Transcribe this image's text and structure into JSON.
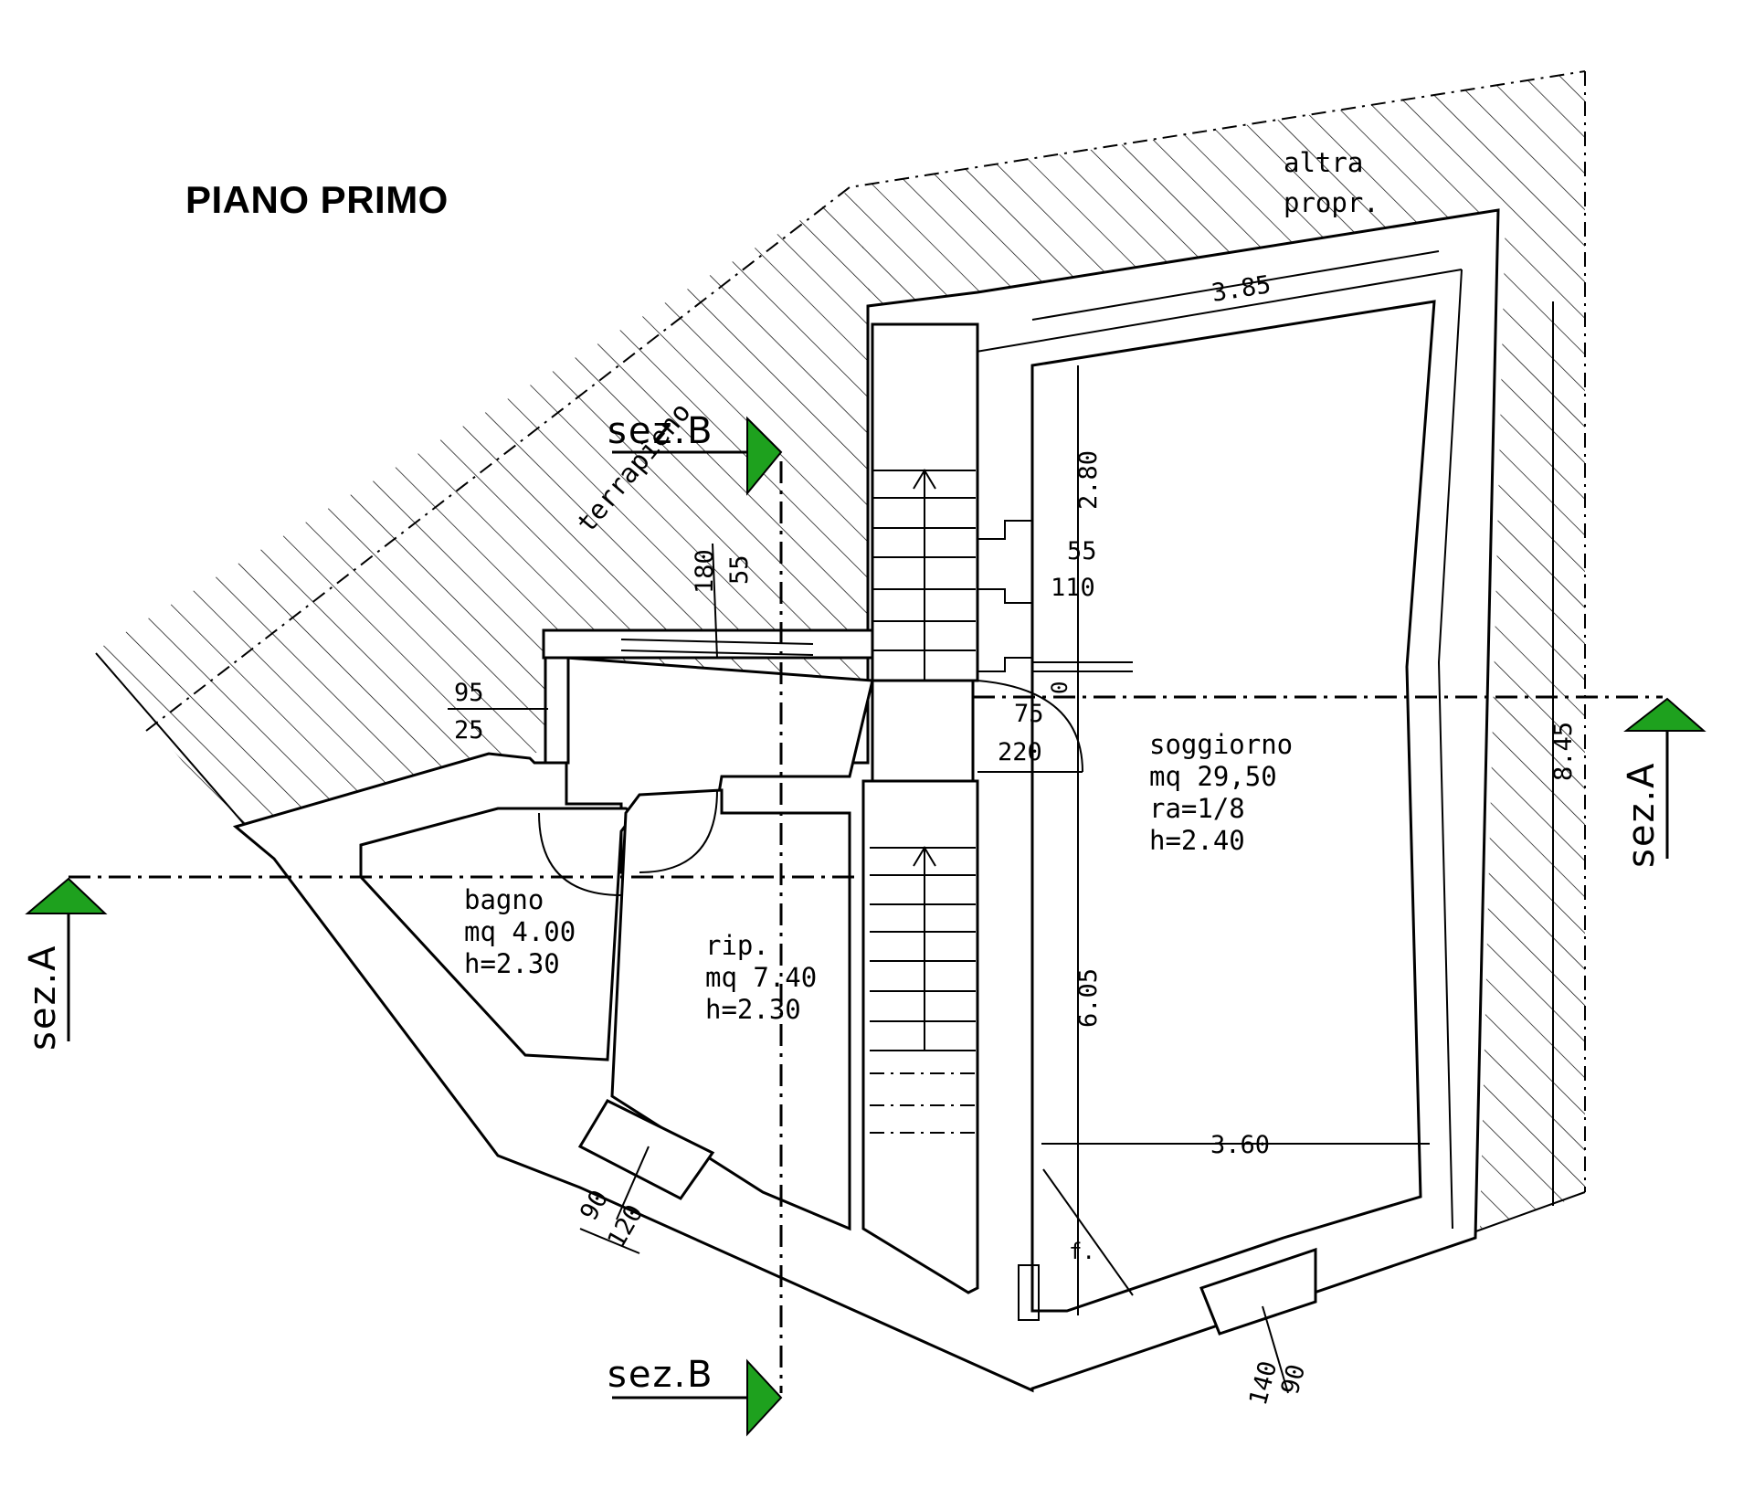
{
  "title": "PIANO PRIMO",
  "labels": {
    "external_terrain": "terrapieno",
    "neighbor_line1": "altra",
    "neighbor_line2": "propr."
  },
  "rooms": {
    "soggiorno": {
      "name": "soggiorno",
      "area": "mq 29,50",
      "ra": "ra=1/8",
      "height": "h=2.40"
    },
    "bagno": {
      "name": "bagno",
      "area": "mq 4.00",
      "height": "h=2.30"
    },
    "ripostiglio": {
      "name": "rip.",
      "area": "mq 7.40",
      "height": "h=2.30"
    }
  },
  "dimensions": {
    "top_width": "3.85",
    "upper_height": "2.80",
    "lower_height": "6.05",
    "total_height": "8.45",
    "bottom_width": "3.60",
    "win_top_w": "180",
    "win_top_h": "55",
    "win_left_w": "95",
    "win_left_h": "25",
    "door_stair_w": "55",
    "door_stair_h": "110",
    "door_living_w": "75",
    "door_living_h": "220",
    "door_living_0": "0",
    "win_bottom_left_w": "90",
    "win_bottom_left_h": "120",
    "win_bottom_right_w": "90",
    "win_bottom_right_h": "140",
    "stair_f": "f."
  },
  "sections": {
    "a_left": "sez.A",
    "a_right": "sez.A",
    "b_top": "sez.B",
    "b_bottom": "sez.B"
  },
  "colors": {
    "section_marker": "#1ea11e",
    "lines": "#000000"
  }
}
